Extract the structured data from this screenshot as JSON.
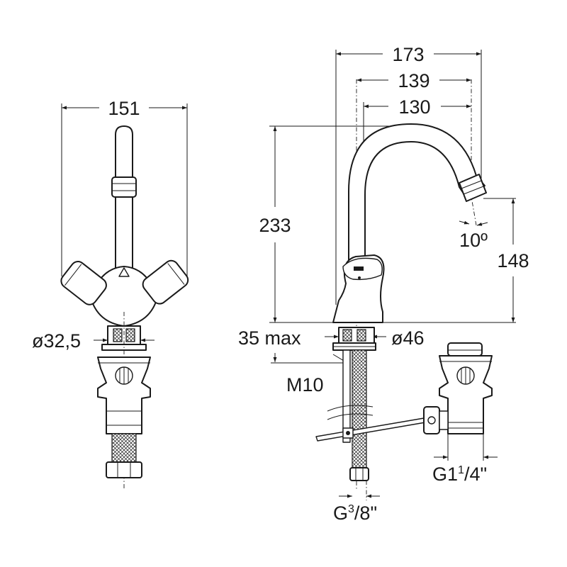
{
  "dimensions": {
    "front_width": "151",
    "front_diameter": "ø32,5",
    "side_173": "173",
    "side_139": "139",
    "side_130": "130",
    "height_233": "233",
    "height_148": "148",
    "angle": "10º",
    "max_thickness": "35 max",
    "base_diameter": "ø46",
    "thread": "M10",
    "hose_g_main": "G",
    "hose_g_frac_top": "3",
    "hose_g_frac_bottom": "/8\"",
    "waste_g_main": "G1",
    "waste_g_frac_top": "1",
    "waste_g_frac_bottom": "/4\""
  }
}
